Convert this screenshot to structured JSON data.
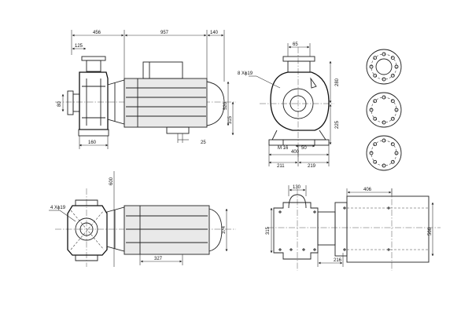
{
  "views": {
    "front": {
      "dims": {
        "d1": "456",
        "d2": "957",
        "d3": "140",
        "d4": "125",
        "d5": "80",
        "d6": "160",
        "d7": "520",
        "d8": "315",
        "d9": "25"
      }
    },
    "side": {
      "dims": {
        "d1": "65",
        "d2": "280",
        "d3": "225",
        "d4": "400",
        "d5": "211",
        "d6": "219",
        "d7": "50"
      },
      "labels": {
        "bolt_callout": "8  Xϕ19",
        "motor_callout": "M 16"
      }
    },
    "top": {
      "dims": {
        "d1": "600",
        "d2": "327",
        "d3": "374"
      },
      "labels": {
        "bolt_callout": "4  Xϕ19"
      }
    },
    "base": {
      "dims": {
        "d1": "130",
        "d2": "406",
        "d3": "315",
        "d4": "566",
        "d5": "216"
      }
    }
  }
}
